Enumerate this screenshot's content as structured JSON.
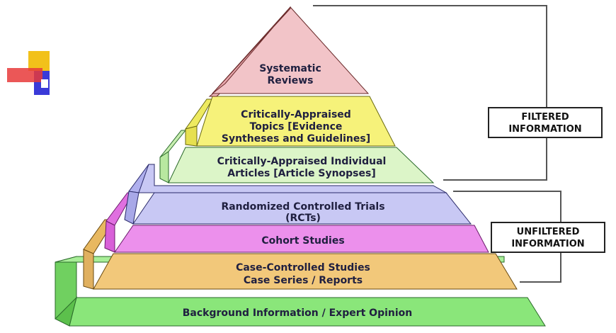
{
  "pyramid": {
    "levels": [
      {
        "id": "systematic-reviews",
        "lines": [
          "Systematic",
          "Reviews"
        ],
        "color": "#f2c4c8"
      },
      {
        "id": "critically-appraised-topics",
        "lines": [
          "Critically-Appraised",
          "Topics [Evidence",
          "Syntheses and Guidelines]"
        ],
        "color": "#f6f27a"
      },
      {
        "id": "critically-appraised-articles",
        "lines": [
          "Critically-Appraised Individual",
          "Articles [Article Synopses]"
        ],
        "color": "#dcf5c8"
      },
      {
        "id": "rcts",
        "lines": [
          "Randomized Controlled Trials",
          "(RCTs)"
        ],
        "color": "#c8c8f4"
      },
      {
        "id": "cohort-studies",
        "lines": [
          "Cohort Studies"
        ],
        "color": "#ec90ec"
      },
      {
        "id": "case-controlled",
        "lines": [
          "Case-Controlled Studies",
          "Case Series / Reports"
        ],
        "color": "#f2c87a"
      },
      {
        "id": "background",
        "lines": [
          "Background Information / Expert Opinion"
        ],
        "color": "#8ae67a"
      }
    ]
  },
  "labels": {
    "filtered": [
      "FILTERED",
      "INFORMATION"
    ],
    "unfiltered": [
      "UNFILTERED",
      "INFORMATION"
    ]
  },
  "decoration": {
    "accent_yellow": "#f2c11a",
    "accent_red": "#e83a3a",
    "accent_blue": "#3a3ad8"
  }
}
